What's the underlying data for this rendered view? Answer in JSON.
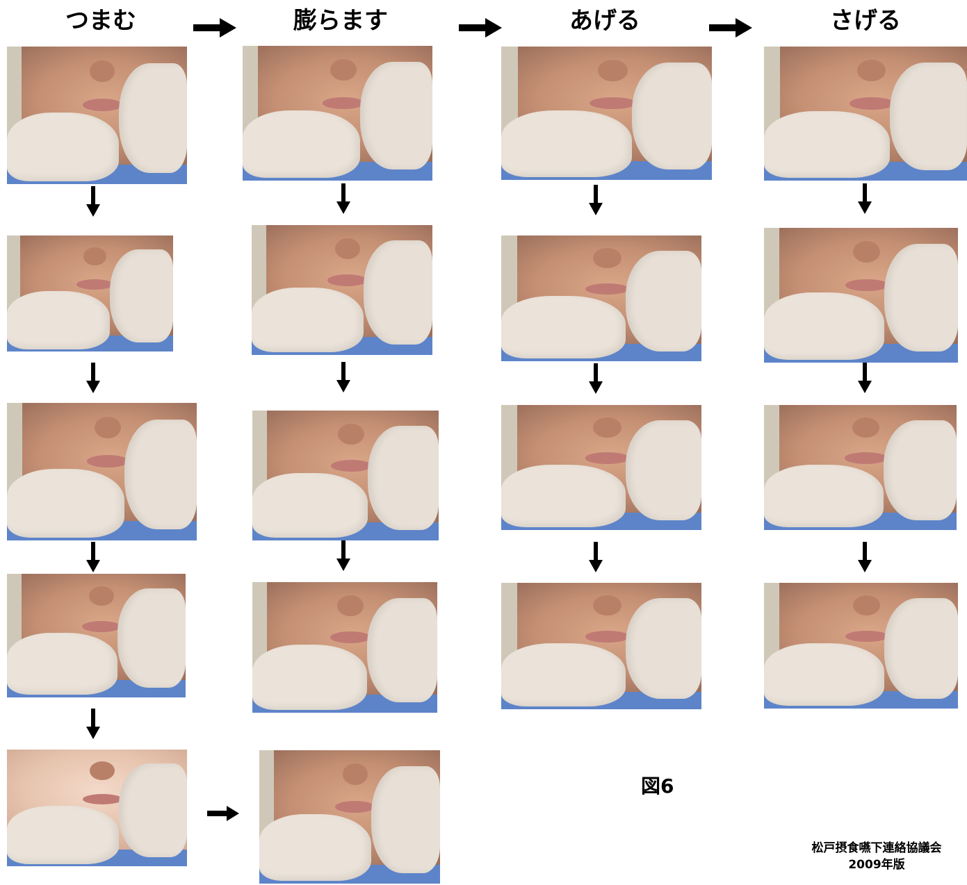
{
  "columns": [
    {
      "title": "つまむ"
    },
    {
      "title": "膨らます"
    },
    {
      "title": "あげる"
    },
    {
      "title": "さげる"
    }
  ],
  "figure_label": "図6",
  "credit": {
    "organization": "松戸摂食嚥下連絡協議会",
    "edition": "2009年版"
  }
}
